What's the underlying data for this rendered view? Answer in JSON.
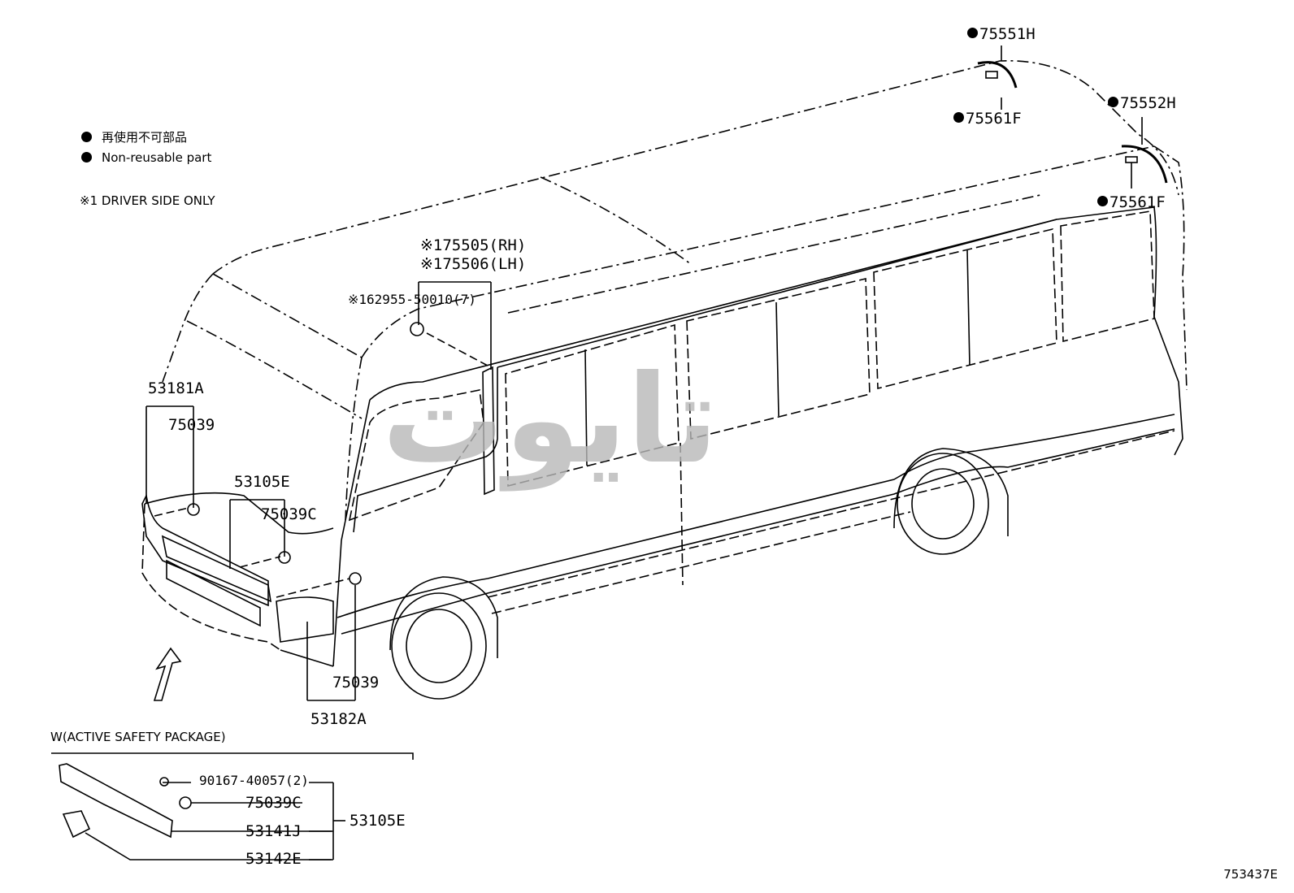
{
  "legend": {
    "line_jp": "再使用不可部品",
    "line_en": "Non-reusable part",
    "note": "※1 DRIVER SIDE ONLY"
  },
  "parts": {
    "p75551H": "75551H",
    "p75561F_top": "75561F",
    "p75552H": "75552H",
    "p75561F_right": "75561F",
    "p75505": "※175505(RH)",
    "p75506": "※175506(LH)",
    "p62955": "※162955-50010(7)",
    "p53181A": "53181A",
    "p75039_left": "75039",
    "p53105E": "53105E",
    "p75039C": "75039C",
    "p75039_bottom": "75039",
    "p53182A": "53182A"
  },
  "inset": {
    "title": "W(ACTIVE SAFETY PACKAGE)",
    "screw": "90167-40057(2)",
    "clip": "75039C",
    "cover": "53141J",
    "cover2": "53142E",
    "assembly": "53105E"
  },
  "watermark": "تایوت",
  "doc_id": "753437E",
  "colors": {
    "line": "#000000",
    "watermark": "#b8b8b8"
  }
}
